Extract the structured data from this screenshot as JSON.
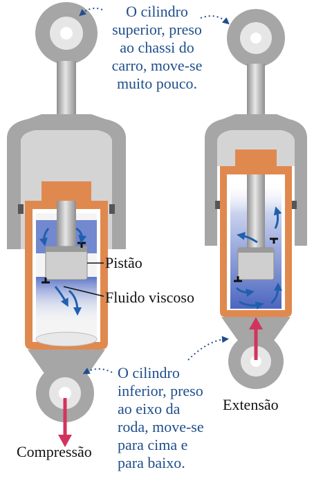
{
  "notes": {
    "top": [
      "O cilindro",
      "superior, preso",
      "ao chassi do",
      "carro, move-se",
      "muito pouco."
    ],
    "bottom": [
      "O cilindro",
      "inferior, preso",
      "ao eixo da",
      "roda, move-se",
      "para cima e",
      "para baixo."
    ]
  },
  "labels": {
    "piston": "Pistão",
    "fluid": "Fluido viscoso",
    "compression": "Compressão",
    "extension": "Extensão"
  },
  "colors": {
    "text_blue": "#1f4e8c",
    "steel": "#a6a6a6",
    "orange": "#e0894f",
    "fluid": "#5a74c8",
    "arrow_red": "#d2335c"
  }
}
